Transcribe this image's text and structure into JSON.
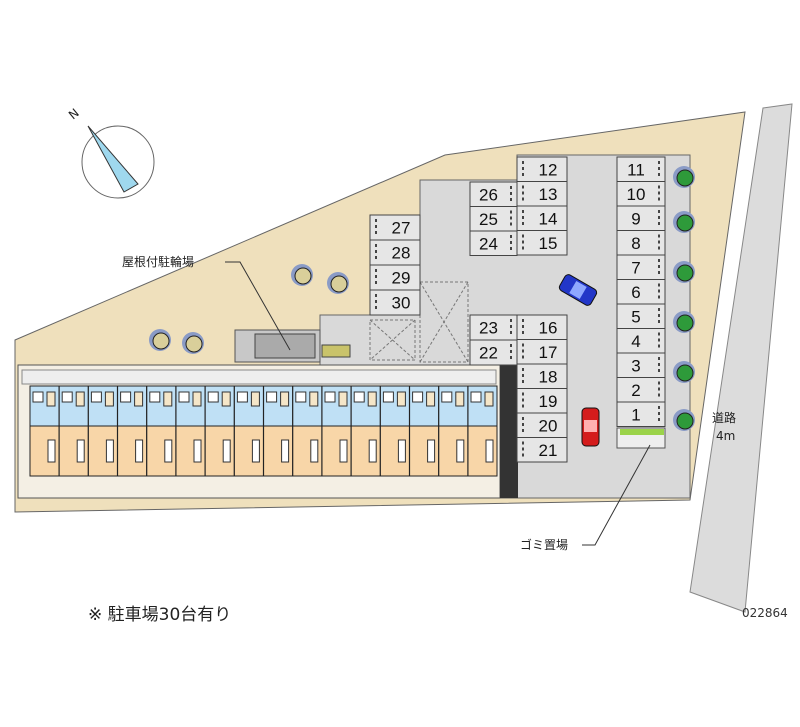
{
  "labels": {
    "covered_bike_parking": "屋根付駐輪場",
    "garbage": "ゴミ置場",
    "road": "道路",
    "road_width": "4m",
    "north": "N"
  },
  "footnote": "※ 駐車場30台有り",
  "code": "022864",
  "parking": {
    "col_right": [
      "11",
      "10",
      "9",
      "8",
      "7",
      "6",
      "5",
      "4",
      "3",
      "2",
      "1"
    ],
    "col_mid_top": [
      "12",
      "13",
      "14",
      "15"
    ],
    "col_left_top": [
      "26",
      "25",
      "24"
    ],
    "col_far_left": [
      "27",
      "28",
      "29",
      "30"
    ],
    "col_left_bottom": [
      "23",
      "22"
    ],
    "col_mid_bottom": [
      "16",
      "17",
      "18",
      "19",
      "20",
      "21"
    ]
  },
  "colors": {
    "land": "#efe0bc",
    "paving": "#d9d9d9",
    "road": "#dcdcdc",
    "unit_blue": "#bfe0f5",
    "unit_peach": "#f8d6a8"
  }
}
